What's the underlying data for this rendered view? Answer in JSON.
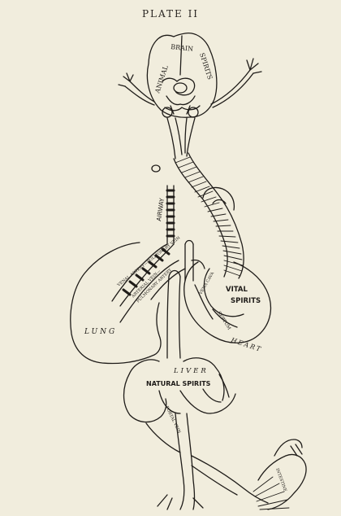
{
  "plate_title": "PLATE II",
  "labels": {
    "animal": "ANIMAL",
    "brain": "BRAIN",
    "spirits_brain": "SPIRITS",
    "airway": "AIRWAY",
    "venal_artery": "VENAL ARTERY—PULMONARY VEIN",
    "arterial_vein": "ARTERIAL VEIN—",
    "pulmonary_artery": "PULMONARY ARTERY",
    "vital": "VITAL",
    "spirits_heart": "SPIRITS",
    "septum": "SEPTUM",
    "vena_cava": "VENA CAVA",
    "lung": "LUNG",
    "heart": "HEART",
    "liver": "LIVER",
    "natural_spirits": "NATURAL SPIRITS",
    "portal_vein": "PORTAL VEIN",
    "intestine": "INTESTINE"
  },
  "colors": {
    "ink": "#1f1c19",
    "paper": "#f1eddd"
  }
}
